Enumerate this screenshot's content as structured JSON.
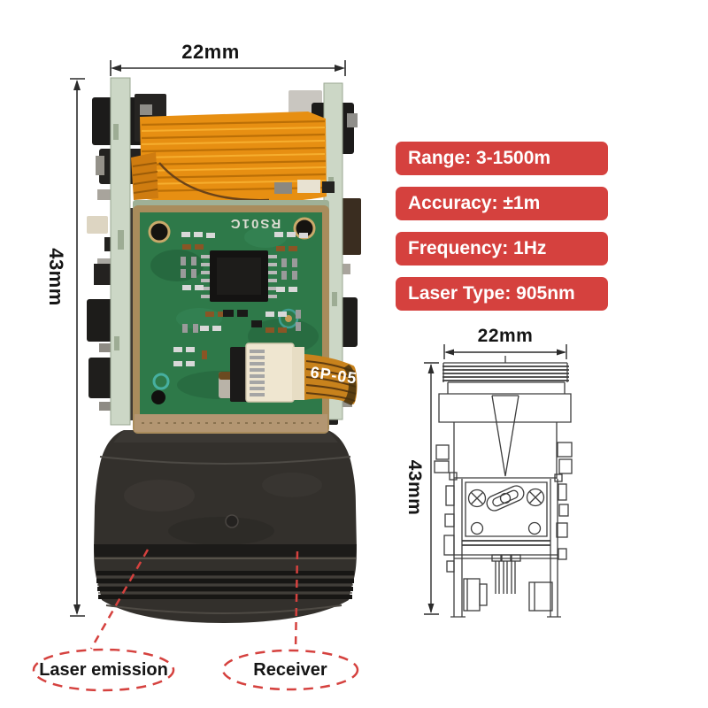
{
  "photo": {
    "width_label": "22mm",
    "height_label": "43mm",
    "pcb_marking": "RS01C",
    "flex_cable_marking": "6P-05"
  },
  "specs": {
    "badges": [
      {
        "label": "Range: 3-1500m"
      },
      {
        "label": "Accuracy: ±1m"
      },
      {
        "label": "Frequency: 1Hz"
      },
      {
        "label": "Laser Type: 905nm"
      }
    ],
    "badge_color": "#d5413e",
    "badge_text_color": "#ffffff"
  },
  "drawing": {
    "width_label": "22mm",
    "height_label": "43mm"
  },
  "callouts": {
    "items": [
      {
        "label": "Laser emission"
      },
      {
        "label": "Receiver"
      }
    ],
    "line_color": "#d5413e"
  }
}
